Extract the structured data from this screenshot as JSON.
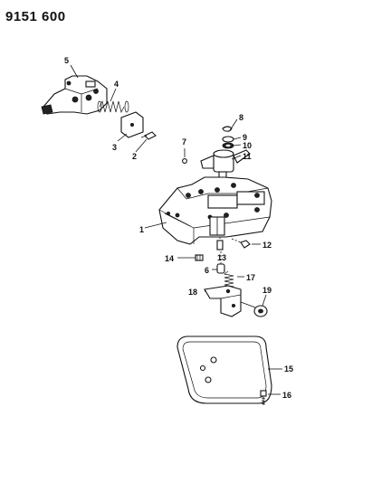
{
  "header": {
    "figure_number": "9151 600"
  },
  "callouts": [
    {
      "id": "1",
      "label": "1"
    },
    {
      "id": "2",
      "label": "2"
    },
    {
      "id": "3",
      "label": "3"
    },
    {
      "id": "4",
      "label": "4"
    },
    {
      "id": "5",
      "label": "5"
    },
    {
      "id": "6",
      "label": "6"
    },
    {
      "id": "7",
      "label": "7"
    },
    {
      "id": "8",
      "label": "8"
    },
    {
      "id": "9",
      "label": "9"
    },
    {
      "id": "10",
      "label": "10"
    },
    {
      "id": "11",
      "label": "11"
    },
    {
      "id": "12",
      "label": "12"
    },
    {
      "id": "13",
      "label": "13"
    },
    {
      "id": "14",
      "label": "14"
    },
    {
      "id": "15",
      "label": "15"
    },
    {
      "id": "16",
      "label": "16"
    },
    {
      "id": "17",
      "label": "17"
    },
    {
      "id": "18",
      "label": "18"
    },
    {
      "id": "19",
      "label": "19"
    }
  ]
}
